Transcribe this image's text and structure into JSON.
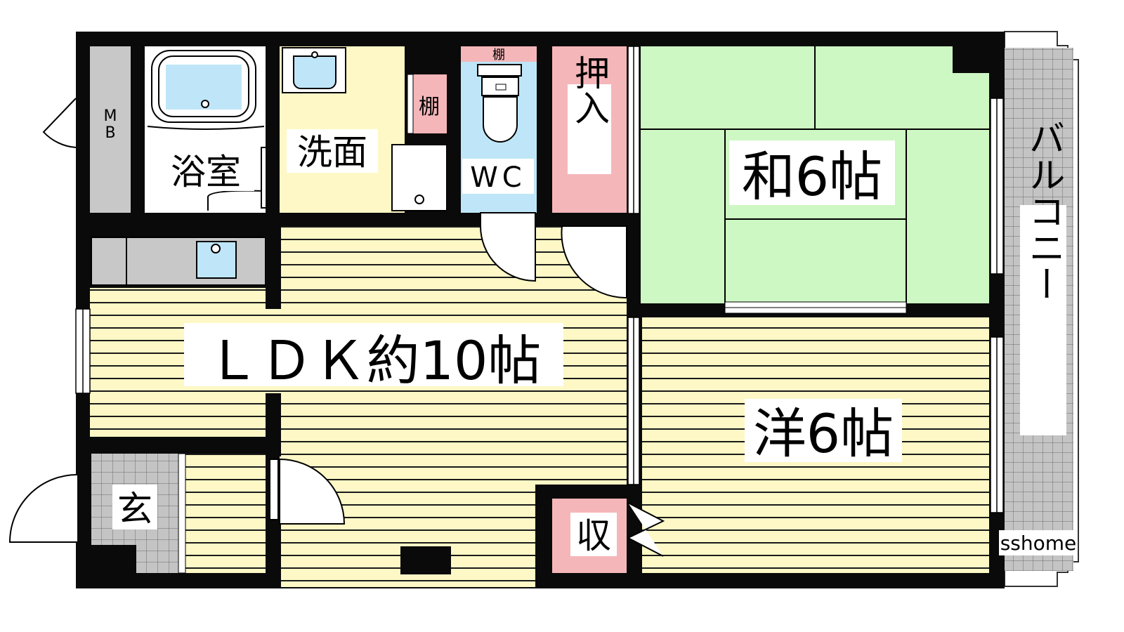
{
  "labels": {
    "mb": "MB",
    "bath": "浴室",
    "washroom": "洗面",
    "shelf_small": "棚",
    "shelf_wc": "棚",
    "wc": "WC",
    "oshiire": "押入",
    "washitsu": "和6帖",
    "ldk": "ＬＤＫ約10帖",
    "youshitsu": "洋6帖",
    "closet": "収",
    "genkan": "玄",
    "balcony": "バルコニー",
    "watermark": "sshome"
  },
  "colors": {
    "wall": "#0a0a0a",
    "floor_wood": "#fdf8c6",
    "floor_line": "#1a1a1a",
    "tatami": "#cdf7c3",
    "storage_pink": "#f5b6b9",
    "bath_blue": "#bfe6f8",
    "gray_area": "#c8c8c8",
    "tile": "#bdbdbd"
  }
}
